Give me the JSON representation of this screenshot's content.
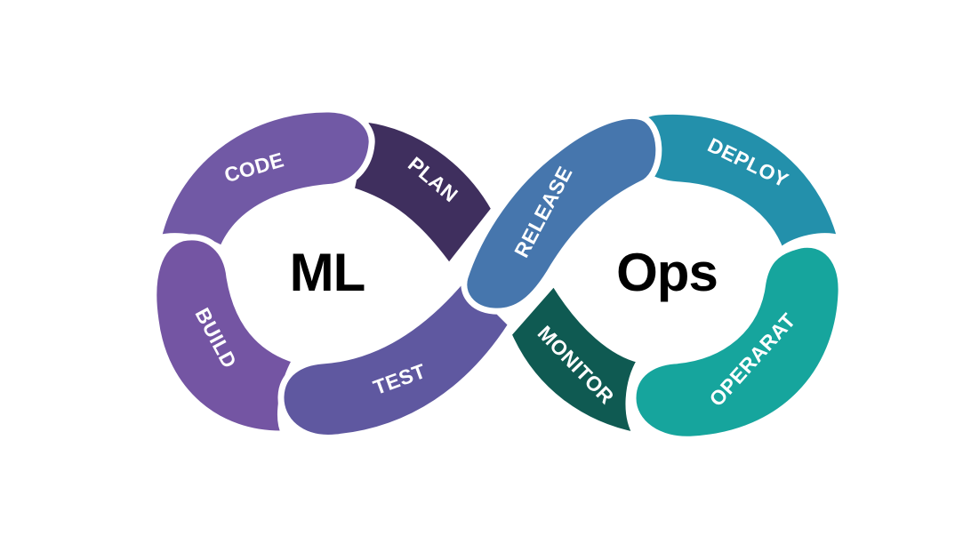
{
  "center": {
    "left": "ML",
    "right": "Ops"
  },
  "segments": [
    {
      "id": "code",
      "label": "CODE",
      "color": "#7159a5"
    },
    {
      "id": "plan",
      "label": "PLAN",
      "color": "#3f2f5e"
    },
    {
      "id": "build",
      "label": "BUILD",
      "color": "#7455a3"
    },
    {
      "id": "test",
      "label": "TEST",
      "color": "#5f58a0"
    },
    {
      "id": "release",
      "label": "RELEASE",
      "color": "#4676ad"
    },
    {
      "id": "deploy",
      "label": "DEPLOY",
      "color": "#2390ab"
    },
    {
      "id": "operarat",
      "label": "OPERARAT",
      "color": "#16a59d"
    },
    {
      "id": "monitor",
      "label": "MONITOR",
      "color": "#0f5a52"
    }
  ]
}
